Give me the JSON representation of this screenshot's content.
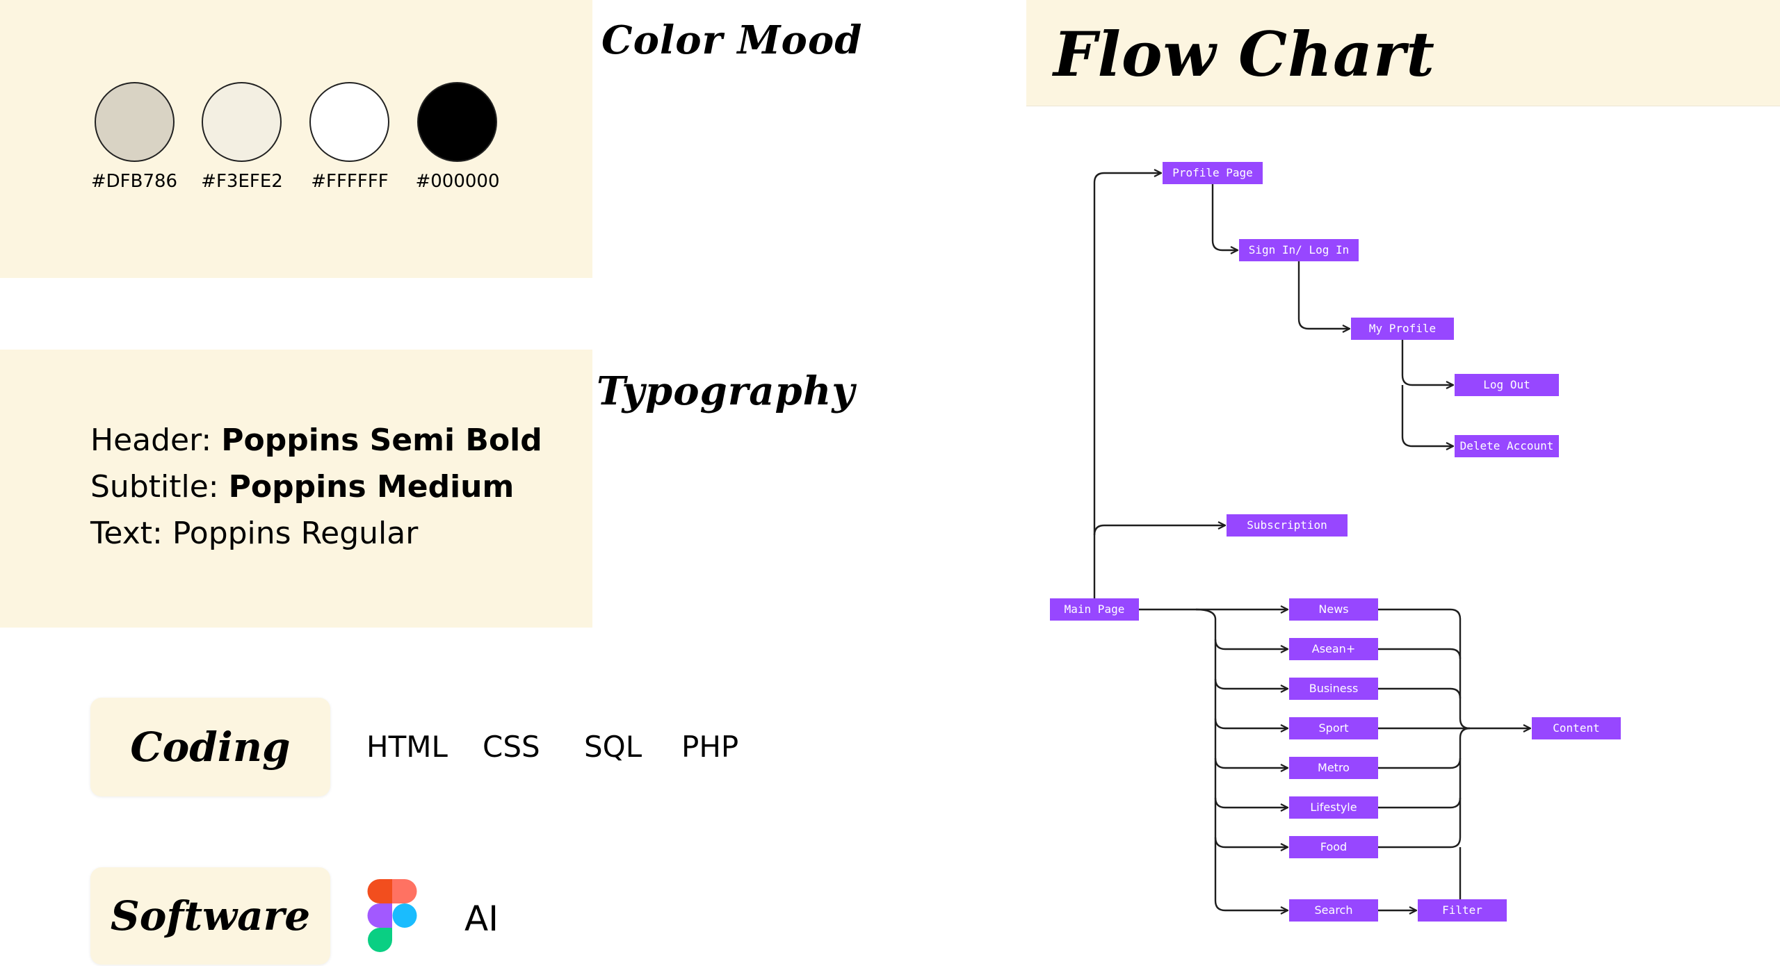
{
  "color_mood": {
    "title": "Color Mood",
    "swatches": [
      {
        "hex": "#DFB786",
        "fill": "#D9D3C4"
      },
      {
        "hex": "#F3EFE2",
        "fill": "#F3EFE2"
      },
      {
        "hex": "#FFFFFF",
        "fill": "#FFFFFF"
      },
      {
        "hex": "#000000",
        "fill": "#000000"
      }
    ]
  },
  "typography": {
    "title": "Typography",
    "lines": [
      {
        "label": "Header: ",
        "value": "Poppins Semi Bold"
      },
      {
        "label": "Subtitle: ",
        "value": "Poppins Medium"
      },
      {
        "label": "Text: ",
        "value": "Poppins Regular"
      }
    ]
  },
  "coding": {
    "label": "Coding",
    "items": [
      "HTML",
      "CSS",
      "SQL",
      "PHP"
    ]
  },
  "software": {
    "label": "Software",
    "icons": [
      "figma-logo-icon"
    ],
    "items": [
      "AI"
    ]
  },
  "flow_chart": {
    "title": "Flow Chart",
    "accent": "#9747FF",
    "line_color": "#1E1E1E",
    "nodes": [
      {
        "id": "profile",
        "label": "Profile Page"
      },
      {
        "id": "signin",
        "label": "Sign In/ Log In"
      },
      {
        "id": "myprofile",
        "label": "My Profile"
      },
      {
        "id": "logout",
        "label": "Log Out"
      },
      {
        "id": "delete",
        "label": "Delete Account"
      },
      {
        "id": "subscription",
        "label": "Subscription"
      },
      {
        "id": "main",
        "label": "Main Page"
      },
      {
        "id": "news",
        "label": "News"
      },
      {
        "id": "asean",
        "label": "Asean+"
      },
      {
        "id": "business",
        "label": "Business"
      },
      {
        "id": "sport",
        "label": "Sport"
      },
      {
        "id": "metro",
        "label": "Metro"
      },
      {
        "id": "lifestyle",
        "label": "Lifestyle"
      },
      {
        "id": "food",
        "label": "Food"
      },
      {
        "id": "search",
        "label": "Search"
      },
      {
        "id": "filter",
        "label": "Filter"
      },
      {
        "id": "content",
        "label": "Content"
      }
    ]
  }
}
